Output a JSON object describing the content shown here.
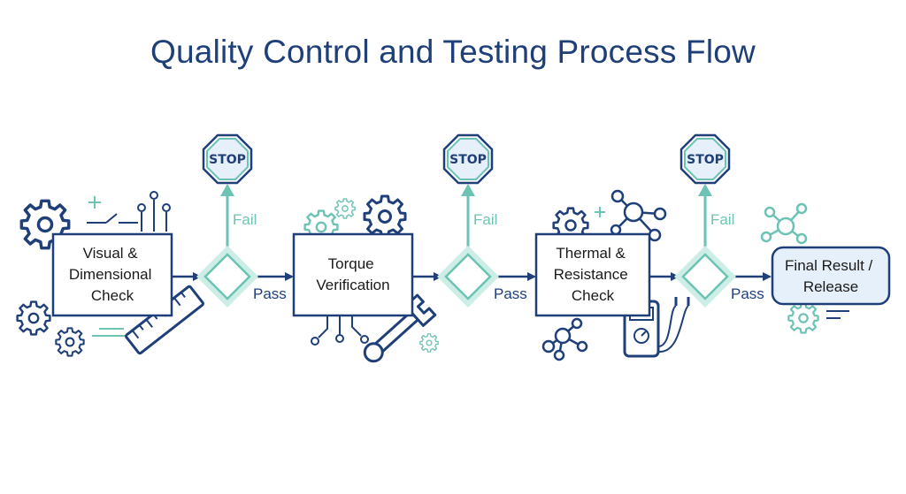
{
  "title": "Quality Control and Testing Process Flow",
  "colors": {
    "primary": "#1f3f78",
    "accent": "#6cc3b3",
    "accent_light": "#cdeee6",
    "final_fill": "#e6f0fa"
  },
  "steps": [
    {
      "lines": [
        "Visual &",
        "Dimensional",
        "Check"
      ]
    },
    {
      "lines": [
        "Torque",
        "Verification"
      ]
    },
    {
      "lines": [
        "Thermal &",
        "Resistance",
        "Check"
      ]
    }
  ],
  "decisions": [
    {
      "fail_label": "Fail",
      "pass_label": "Pass",
      "stop_label": "STOP"
    },
    {
      "fail_label": "Fail",
      "pass_label": "Pass",
      "stop_label": "STOP"
    },
    {
      "fail_label": "Fail",
      "pass_label": "Pass",
      "stop_label": "STOP"
    }
  ],
  "final": {
    "lines": [
      "Final Result /",
      "Release"
    ]
  },
  "icons": [
    "gear-icon",
    "circuit-icon",
    "ruler-icon",
    "wrench-icon",
    "molecule-icon",
    "multimeter-icon",
    "plus-icon",
    "switch-icon"
  ]
}
